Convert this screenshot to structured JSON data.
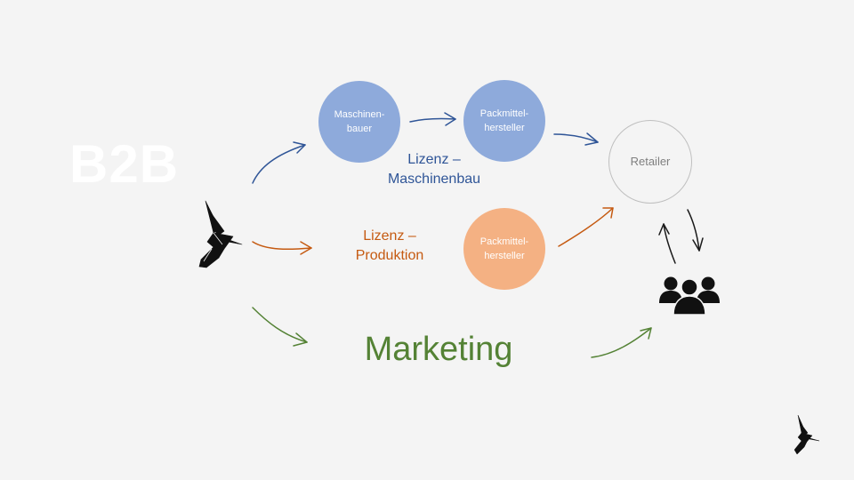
{
  "heading": "B2B",
  "nodes": {
    "maschinenbauer": "Maschinen-\nbauer",
    "packmittel_top": "Packmittel-\nhersteller",
    "packmittel_bottom": "Packmittel-\nhersteller",
    "retailer": "Retailer"
  },
  "labels": {
    "lizenz_maschinenbau": "Lizenz –\nMaschinenbau",
    "lizenz_produktion": "Lizenz –\nProduktion",
    "marketing": "Marketing"
  },
  "icons": {
    "hummingbird": "hummingbird-icon",
    "consumers": "people-group-icon"
  },
  "colors": {
    "blue_path": "#2f5597",
    "orange_path": "#c55a11",
    "green_path": "#548235",
    "blue_node": "#8eaadb",
    "orange_node": "#f4b183",
    "background": "#f4f4f4"
  }
}
